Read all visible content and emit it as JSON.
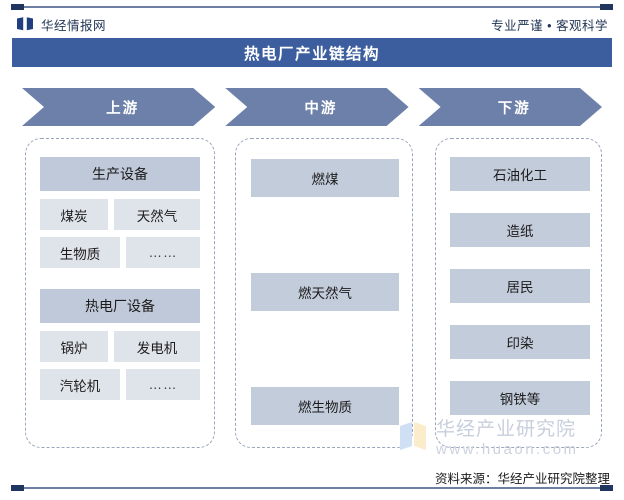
{
  "header": {
    "brand_name": "华经情报网",
    "brand_logo_icon": "open-book-icon",
    "tagline": "专业严谨 • 客观科学"
  },
  "title_bar": {
    "title": "热电厂产业链结构",
    "background": "#3c5e9e"
  },
  "arrows": [
    {
      "label": "上游",
      "name": "upstream"
    },
    {
      "label": "中游",
      "name": "midstream"
    },
    {
      "label": "下游",
      "name": "downstream"
    }
  ],
  "columns": {
    "upstream": {
      "groups": [
        {
          "heading": "生产设备",
          "items": [
            "煤炭",
            "天然气",
            "生物质",
            "……"
          ]
        },
        {
          "heading": "热电厂设备",
          "items": [
            "锅炉",
            "发电机",
            "汽轮机",
            "……"
          ]
        }
      ]
    },
    "midstream": {
      "items": [
        "燃煤",
        "燃天然气",
        "燃生物质"
      ]
    },
    "downstream": {
      "items": [
        "石油化工",
        "造纸",
        "居民",
        "印染",
        "钢铁等"
      ]
    }
  },
  "watermark": {
    "title": "华经产业研究院",
    "url": "www.huaon.com"
  },
  "footer": {
    "source": "资料来源：华经产业研究院整理"
  },
  "colors": {
    "title_bar": "#3c5e9e",
    "arrow": "#6c80a9",
    "box_heading": "#c0c9d9",
    "box_sub": "#dfe3ea",
    "box_stage": "#c3ccdb",
    "dashed_border": "#9aa6bb",
    "rule": "#6d7fa3"
  }
}
